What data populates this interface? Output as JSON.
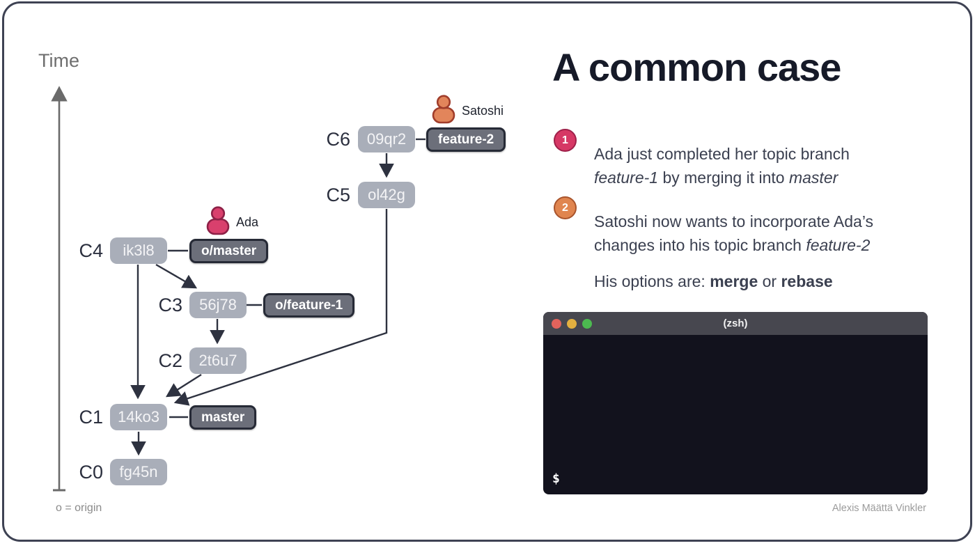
{
  "slide": {
    "time_label": "Time",
    "origin_note": "o = origin",
    "title": "A common case",
    "attribution": "Alexis Määttä Vinkler"
  },
  "graph": {
    "commits": [
      {
        "label": "C0",
        "hash": "fg45n"
      },
      {
        "label": "C1",
        "hash": "14ko3"
      },
      {
        "label": "C2",
        "hash": "2t6u7"
      },
      {
        "label": "C3",
        "hash": "56j78"
      },
      {
        "label": "C4",
        "hash": "ik3l8"
      },
      {
        "label": "C5",
        "hash": "ol42g"
      },
      {
        "label": "C6",
        "hash": "09qr2"
      }
    ],
    "branch_labels": [
      {
        "text": "feature-2",
        "attached_to": "C6"
      },
      {
        "text": "o/master",
        "attached_to": "C4"
      },
      {
        "text": "o/feature-1",
        "attached_to": "C3"
      },
      {
        "text": "master",
        "attached_to": "C1"
      }
    ],
    "avatars": [
      {
        "name": "Ada",
        "fill": "#d9406d",
        "stroke": "#8d2147"
      },
      {
        "name": "Satoshi",
        "fill": "#e2855b",
        "stroke": "#a03d2b"
      }
    ]
  },
  "points": [
    {
      "number": "1",
      "text_1": "Ada just completed her topic branch",
      "italic_1": "feature-1",
      "text_2": " by merging it into ",
      "italic_2": "master",
      "badge_color": "#d63865"
    },
    {
      "number": "2",
      "text_1": "Satoshi now wants to incorporate Ada’s",
      "text_2": "changes into his topic branch ",
      "italic_1": "feature-2",
      "badge_color": "#e0854f"
    }
  ],
  "options": {
    "prefix": "His options are: ",
    "bold_1": "merge",
    "middle": " or ",
    "bold_2": "rebase"
  },
  "terminal": {
    "title": "(zsh)",
    "prompt": "$"
  },
  "colors": {
    "ink": "#2e3240",
    "node_gray": "#a9aeb9",
    "branch_label_gray": "#6c6f7a",
    "border": "#3e4253",
    "terminal_titlebar": "#47474f",
    "terminal_body": "#12121d",
    "traffic_red": "#e2635c",
    "traffic_yellow": "#e3b040",
    "traffic_green": "#4cba50"
  }
}
